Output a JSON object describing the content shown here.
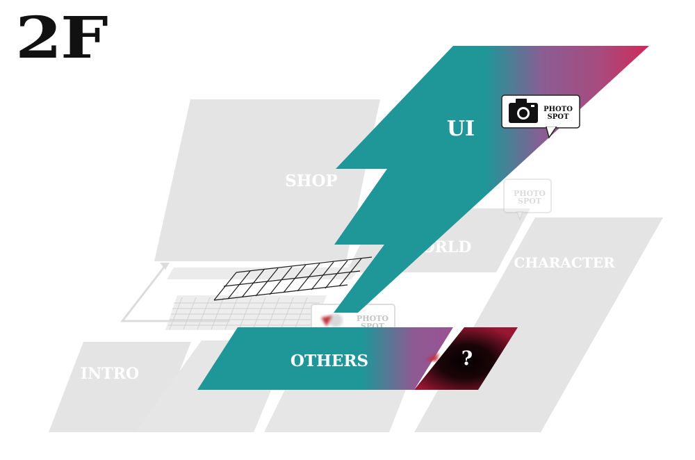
{
  "floor": {
    "title": "2F"
  },
  "zones": {
    "shop": "SHOP",
    "world": "WORLD",
    "character": "CHARACTER",
    "intro": "INTRO",
    "ui": "UI",
    "others": "OTHERS",
    "mystery": "?"
  },
  "photo_spot": {
    "line1": "PHOTO",
    "line2": "SPOT"
  },
  "colors": {
    "inactive_zone": "#e4e4e4",
    "inactive_text": "#ffffff",
    "gradient_teal": "#1f9698",
    "gradient_purple": "#8e5a94",
    "gradient_red": "#cc2c5a",
    "mystery_dark": "#1a0508",
    "mystery_red": "#9a1733"
  },
  "icons": [
    "camera-icon",
    "stairs-icon",
    "question-icon"
  ]
}
